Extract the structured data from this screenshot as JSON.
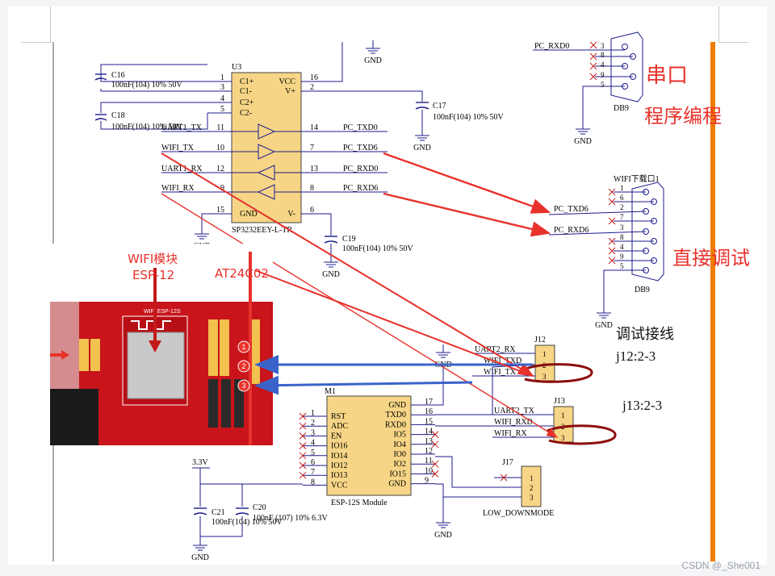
{
  "colors": {
    "wire": "#1c1c8c",
    "arrow_red": "#e8322c",
    "arrow_blue": "#3a63c9",
    "note_red": "#e8322c",
    "orange": "#f07c00",
    "part": "#f6d586"
  },
  "u3": {
    "ref": "U3",
    "part": "SP3232EEY-L-TR",
    "left_pins": [
      {
        "num": "1",
        "name": "C1+"
      },
      {
        "num": "3",
        "name": "C1-"
      },
      {
        "num": "4",
        "name": "C2+"
      },
      {
        "num": "5",
        "name": "C2-"
      },
      {
        "num": "11",
        "name": ""
      },
      {
        "num": "10",
        "name": ""
      },
      {
        "num": "12",
        "name": ""
      },
      {
        "num": "9",
        "name": ""
      },
      {
        "num": "15",
        "name": "GND"
      }
    ],
    "right_pins": [
      {
        "num": "16",
        "name": "VCC"
      },
      {
        "num": "2",
        "name": "V+"
      },
      {
        "num": "14",
        "name": ""
      },
      {
        "num": "7",
        "name": ""
      },
      {
        "num": "13",
        "name": ""
      },
      {
        "num": "8",
        "name": ""
      },
      {
        "num": "6",
        "name": "V-"
      }
    ],
    "left_nets": [
      "UART1_TX",
      "WIFI_TX",
      "UART1_RX",
      "WIFI_RX"
    ],
    "right_nets": [
      "PC_TXD0",
      "PC_TXD6",
      "PC_RXD0",
      "PC_RXD6"
    ]
  },
  "caps": {
    "c16": {
      "ref": "C16",
      "value": "100nF(104) 10% 50V"
    },
    "c18": {
      "ref": "C18",
      "value": "100nF(104) 10% 50V"
    },
    "c17": {
      "ref": "C17",
      "value": "100nF(104) 10% 50V"
    },
    "c19": {
      "ref": "C19",
      "value": "100nF(104) 10% 50V"
    },
    "c21": {
      "ref": "C21",
      "value": "100nF(104) 10% 50V"
    },
    "c20": {
      "ref": "C20",
      "value": "100nF (107) 10% 6.3V"
    }
  },
  "gnd_label": "GND",
  "vcc_label": "3.3V",
  "db9_top": {
    "ref": "DB9",
    "net": "PC_RXD0",
    "pins": [
      "3",
      "8",
      "4",
      "9",
      "5"
    ]
  },
  "db9_mid": {
    "title": "WIFI下载口1",
    "ref": "DB9",
    "nets": [
      "PC_TXD6",
      "PC_RXD6"
    ],
    "pins": [
      "1",
      "6",
      "2",
      "7",
      "3",
      "8",
      "4",
      "9",
      "5"
    ]
  },
  "notes": {
    "serial": "串口",
    "program": "程序编程",
    "direct": "直接调试",
    "wiring": "调试接线",
    "j12": "j12:2-3",
    "j13": "j13:2-3"
  },
  "j12": {
    "ref": "J12",
    "nets": [
      "UART2_RX",
      "WIFI_TXD",
      "WIFI_TX"
    ],
    "pins": [
      "1",
      "2",
      "3"
    ]
  },
  "j13": {
    "ref": "J13",
    "nets": [
      "UART2_TX",
      "WIFI_RXD",
      "WIFI_RX"
    ],
    "pins": [
      "1",
      "2",
      "3"
    ]
  },
  "j17": {
    "ref": "J17",
    "label": "LOW_DOWNMODE",
    "pins": [
      "1",
      "2",
      "3"
    ]
  },
  "m1": {
    "ref": "M1",
    "part": "ESP-12S Module",
    "left_pins": [
      {
        "num": "1",
        "name": "RST"
      },
      {
        "num": "2",
        "name": "ADC"
      },
      {
        "num": "3",
        "name": "EN"
      },
      {
        "num": "4",
        "name": "IO16"
      },
      {
        "num": "5",
        "name": "IO14"
      },
      {
        "num": "6",
        "name": "IO12"
      },
      {
        "num": "7",
        "name": "IO13"
      },
      {
        "num": "8",
        "name": "VCC"
      }
    ],
    "right_pins": [
      {
        "num": "17",
        "name": "GND"
      },
      {
        "num": "16",
        "name": "TXD0"
      },
      {
        "num": "15",
        "name": "RXD0"
      },
      {
        "num": "14",
        "name": "IO5"
      },
      {
        "num": "13",
        "name": "IO4"
      },
      {
        "num": "12",
        "name": "IO0"
      },
      {
        "num": "11",
        "name": "IO2"
      },
      {
        "num": "10",
        "name": "IO15"
      },
      {
        "num": "9",
        "name": "GND"
      }
    ]
  },
  "photo": {
    "label_wifi": "WIFI模块",
    "label_esp": "ESP-12",
    "label_eeprom": "AT24C02",
    "markers": [
      "1",
      "2",
      "3"
    ],
    "board_text": "WIFI ESP-12S"
  },
  "watermark": "CSDN @_She001"
}
